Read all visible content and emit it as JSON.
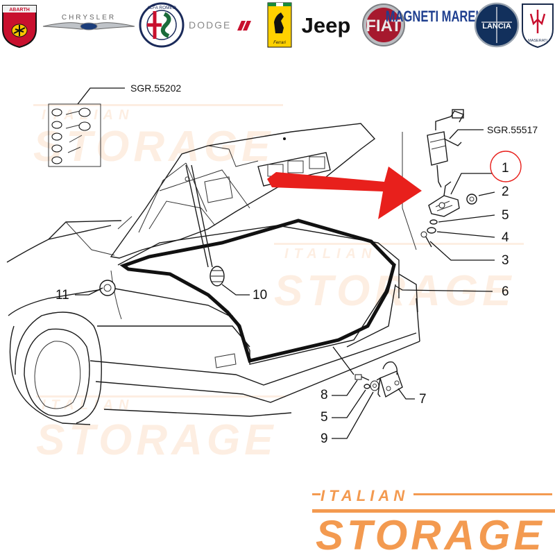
{
  "brands": [
    {
      "name": "ABARTH",
      "icon": "abarth-logo-icon",
      "color": "#c8102e"
    },
    {
      "name": "CHRYSLER",
      "icon": "chrysler-logo-icon",
      "color": "#7a7f86"
    },
    {
      "name": "ALFA ROMEO",
      "icon": "alfa-romeo-logo-icon",
      "color": "#1b6b3a"
    },
    {
      "name": "DODGE",
      "icon": "dodge-logo-icon",
      "color": "#c8102e"
    },
    {
      "name": "Ferrari",
      "icon": "ferrari-logo-icon",
      "color": "#ffd100"
    },
    {
      "name": "Jeep",
      "icon": "jeep-logo-icon",
      "color": "#111111"
    },
    {
      "name": "FIAT",
      "icon": "fiat-logo-icon",
      "color": "#a6192e"
    },
    {
      "name": "MAGNETI MARELLI",
      "icon": "magneti-marelli-logo-icon",
      "color": "#1f3f8f"
    },
    {
      "name": "LANCIA",
      "icon": "lancia-logo-icon",
      "color": "#12305c"
    },
    {
      "name": "MASERATI",
      "icon": "maserati-logo-icon",
      "color": "#1a2b4c"
    }
  ],
  "diagram": {
    "group_refs": [
      "SGR.55202",
      "SGR.55517"
    ],
    "callouts": [
      "1",
      "2",
      "5",
      "4",
      "3",
      "6",
      "10",
      "11",
      "8",
      "5",
      "9",
      "7"
    ],
    "highlighted_callout": "1",
    "arrow_color": "#e8201c"
  },
  "watermark": {
    "line1": "ITALIAN",
    "line2": "STORAGE",
    "color": "#f39a50"
  }
}
